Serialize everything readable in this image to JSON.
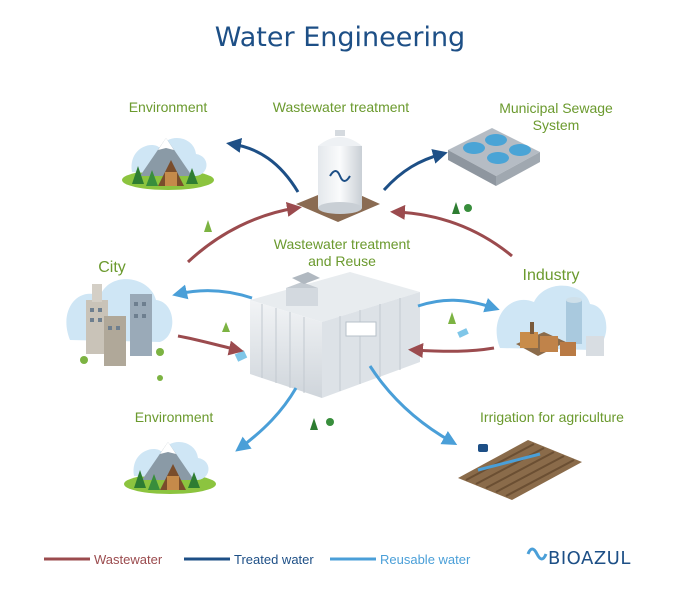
{
  "title": "Water Engineering",
  "nodes": {
    "environment_top": "Environment",
    "wastewater_treatment": "Wastewater treatment",
    "municipal_sewage_line1": "Municipal Sewage",
    "municipal_sewage_line2": "System",
    "center_line1": "Wastewater treatment",
    "center_line2": "and Reuse",
    "city": "City",
    "industry": "Industry",
    "environment_bottom": "Environment",
    "irrigation": "Irrigation for agriculture"
  },
  "legend": {
    "wastewater": "Wastewater",
    "treated_water": "Treated water",
    "reusable_water": "Reusable water"
  },
  "brand": "BIOAZUL",
  "colors": {
    "wastewater": "#9b4b4e",
    "treated_water": "#1d4f86",
    "reusable_water": "#4a9fd8",
    "label_green": "#6b9a2e",
    "title_blue": "#1d4f86"
  }
}
